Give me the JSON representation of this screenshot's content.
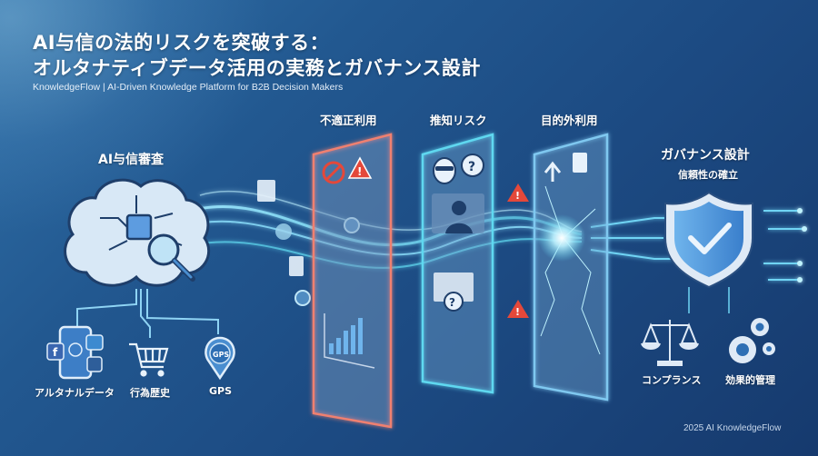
{
  "header": {
    "title_line1": "AI与信の法的リスクを突破する：",
    "title_line2": "オルタナティブデータ活用の実務とガバナンス設計",
    "subtitle": "KnowledgeFlow | AI-Driven Knowledge Platform for B2B Decision Makers"
  },
  "left_section": {
    "label": "AI与信審査",
    "icon": "brain-chip-magnifier-icon",
    "data_sources": [
      {
        "label": "アルタナルデータ",
        "icon": "smartphone-social-icon"
      },
      {
        "label": "行為歴史",
        "icon": "shopping-cart-icon"
      },
      {
        "label": "GPS",
        "icon": "gps-pin-icon",
        "badge": "GPS"
      }
    ]
  },
  "risk_panels": [
    {
      "label": "不適正利用",
      "icons": [
        "unlock-prohibited-icon",
        "warning-icon",
        "bar-chart-icon"
      ],
      "glow_color": "#f08070"
    },
    {
      "label": "推知リスク",
      "icons": [
        "masked-face-icon",
        "question-bubble-icon",
        "masked-profile-icon",
        "document-search-icon"
      ],
      "glow_color": "#5fd8f0"
    },
    {
      "label": "目的外利用",
      "icons": [
        "diverging-arrows-icon",
        "certificate-icon",
        "cracked-glass"
      ],
      "glow_color": "#7fc8f0"
    }
  ],
  "right_section": {
    "title": "ガバナンス設計",
    "subtitle": "信頼性の確立",
    "icon": "shield-check-icon",
    "items": [
      {
        "label": "コンプランス",
        "icon": "scales-icon"
      },
      {
        "label": "効果的管理",
        "icon": "gears-icon"
      }
    ]
  },
  "colors": {
    "bg_start": "#2f6fa6",
    "bg_end": "#163a6e",
    "accent_cyan": "#5fd8f0",
    "warning_red": "#e4483a"
  },
  "footer": {
    "text": "2025 AI KnowledgeFlow"
  }
}
